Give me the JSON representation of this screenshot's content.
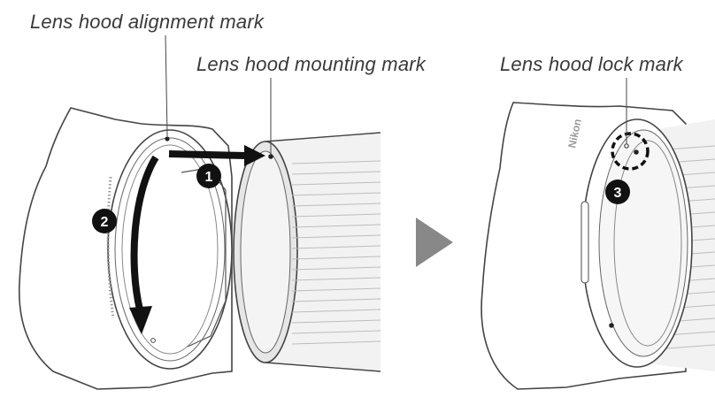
{
  "labels": {
    "alignment_mark": "Lens hood alignment mark",
    "mounting_mark": "Lens hood mounting mark",
    "lock_mark": "Lens hood lock mark"
  },
  "steps": [
    "1",
    "2",
    "3"
  ],
  "brand_text": "Nikon",
  "colors": {
    "line": "#444444",
    "arrow": "#111111",
    "badge": "#111111",
    "transition_arrow": "#888888",
    "lens_body": "#f2f2f2"
  },
  "icons": {
    "transition": "right-triangle-arrow",
    "lock_highlight": "dashed-circle"
  }
}
